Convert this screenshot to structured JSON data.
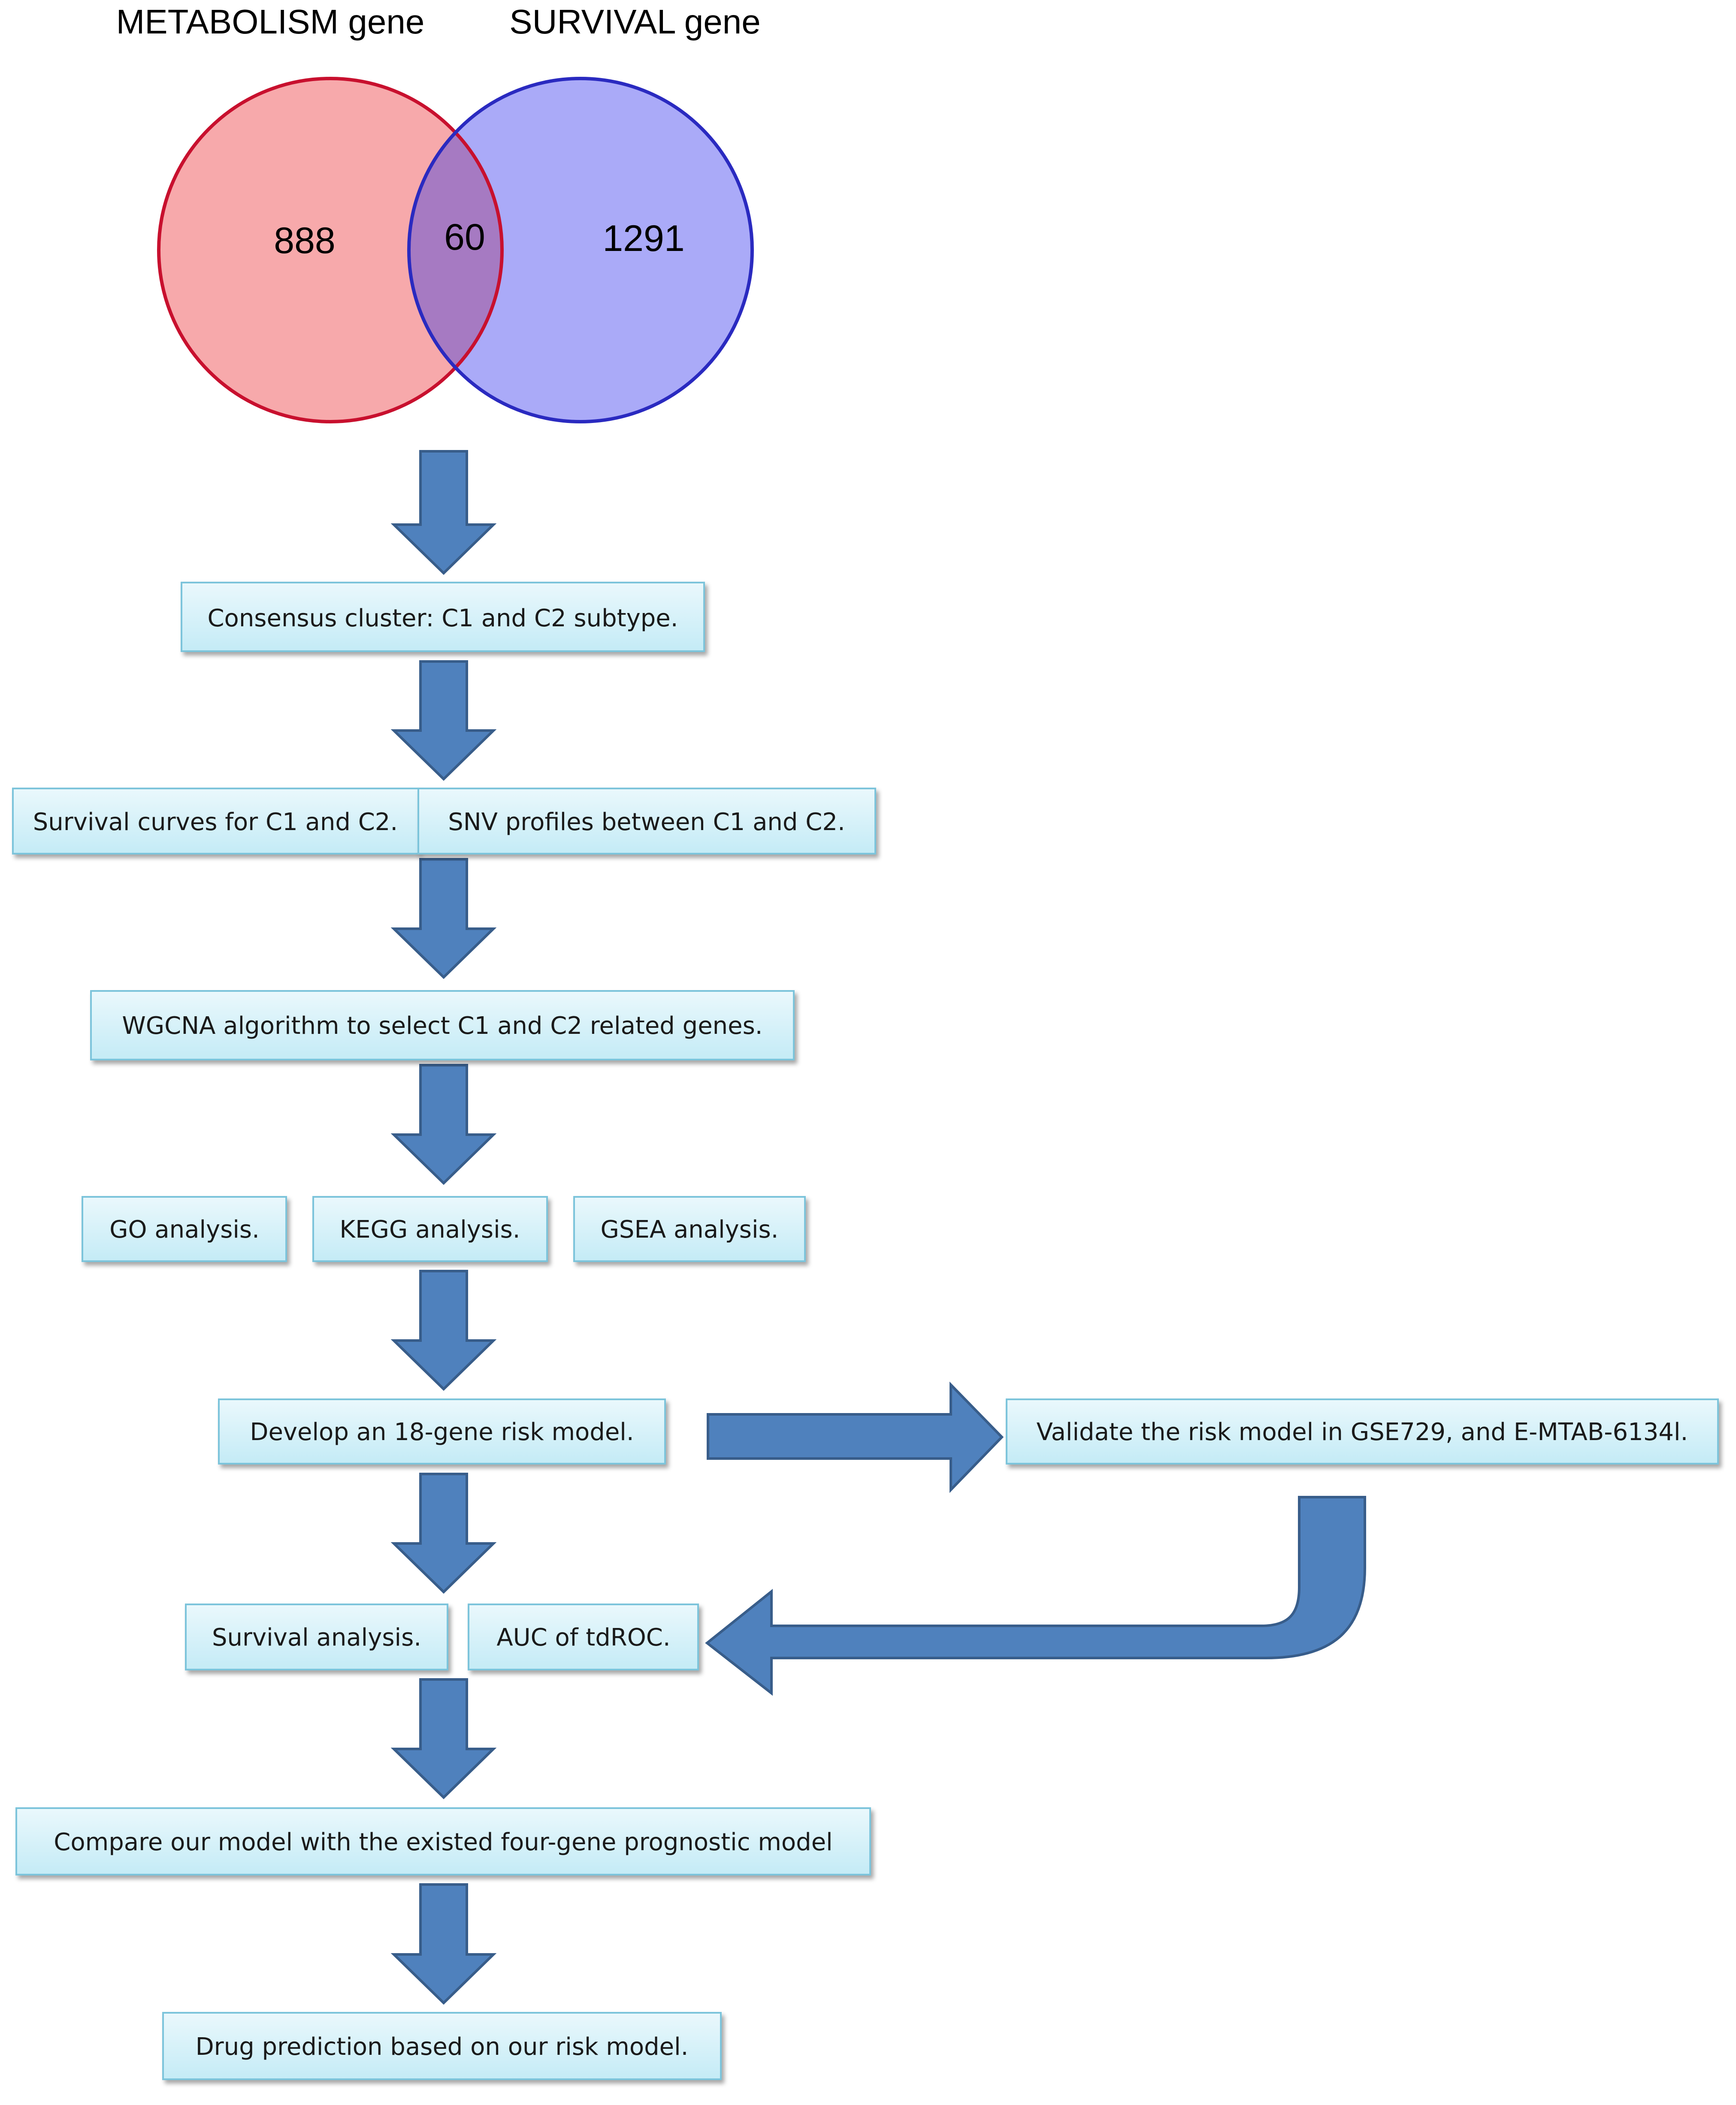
{
  "venn": {
    "left_label": "METABOLISM gene",
    "right_label": "SURVIVAL gene",
    "left_only": "888",
    "overlap": "60",
    "right_only": "1291"
  },
  "steps": {
    "consensus": "Consensus cluster: C1 and C2 subtype.",
    "survival_curves": "Survival curves for C1 and C2.",
    "snv_profiles": "SNV profiles between C1 and C2.",
    "wgcna": "WGCNA algorithm to select C1 and C2 related genes.",
    "go": "GO analysis.",
    "kegg": "KEGG analysis.",
    "gsea": "GSEA analysis.",
    "risk_model": "Develop an 18-gene risk model.",
    "validate": "Validate the risk model in GSE729, and E-MTAB-6134l.",
    "survival_analysis": "Survival analysis.",
    "auc": "AUC of tdROC.",
    "compare": "Compare our model with the existed four-gene prognostic model",
    "drug": "Drug prediction based on our risk model."
  },
  "colors": {
    "circle_left_fill": "#f7a9ab",
    "circle_left_stroke": "#c8102e",
    "circle_right_fill": "#aaaaf8",
    "circle_right_stroke": "#2a2ac0",
    "overlap_fill": "#a67ac2",
    "arrow_fill": "#4f81bd",
    "arrow_stroke": "#385d8a",
    "box_fill_top": "#eaf8fc",
    "box_fill_bottom": "#c4ebf6",
    "box_stroke": "#7cc4db"
  }
}
